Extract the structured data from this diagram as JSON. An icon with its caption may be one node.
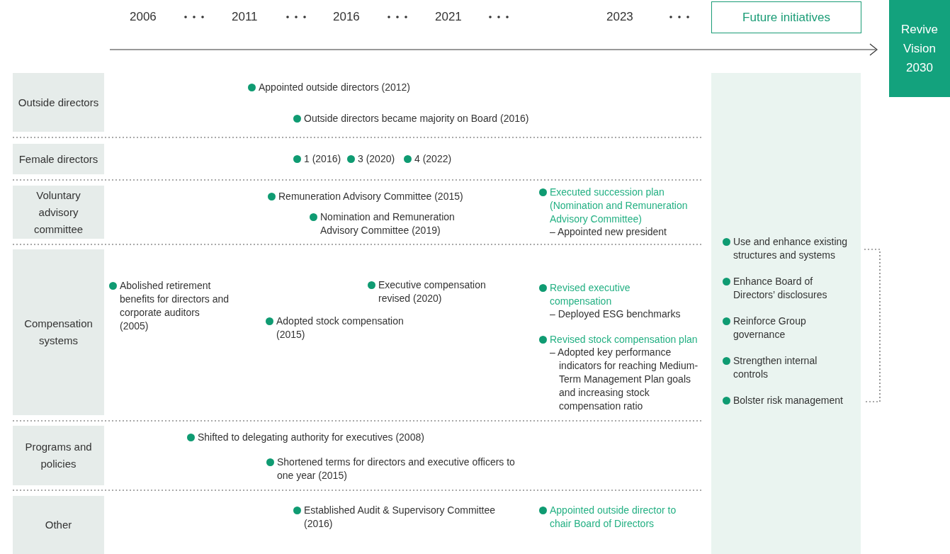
{
  "diagram": {
    "nodes": [
      {
        "text": [
          "Outside directors"
        ]
      },
      {
        "text": [
          "Female directors"
        ]
      },
      {
        "text": [
          "Voluntary advisory committee"
        ]
      },
      {
        "text": [
          "Compensation systems"
        ]
      },
      {
        "text": [
          "Programs and policies"
        ]
      },
      {
        "text": [
          "Other"
        ]
      },
      {
        "text": [
          "Future initiatives"
        ]
      },
      {
        "text": [
          "Use and enhance existing structures and systems",
          "Enhance Board of Directors’ disclosures",
          "Reinforce Group governance",
          "Strengthen internal controls",
          "Bolster risk management"
        ]
      },
      {
        "text": [
          "Revive Vision 2030"
        ]
      }
    ],
    "labels": [
      "2006",
      "2011",
      "2016",
      "2021",
      "2023",
      "Appointed outside directors (2012)",
      "Outside directors became majority on Board (2016)",
      "1 (2016)",
      "3 (2020)",
      "4 (2022)",
      "Remuneration Advisory Committee (2015)",
      "Executed succession plan (Nomination and Remuneration Advisory Committee)",
      "– Appointed new president",
      "Nomination and Remuneration Advisory Committee (2019)",
      "Abolished retirement benefits for directors and corporate auditors (2005)",
      "Executive compensation revised (2020)",
      "Revised executive compensation",
      "– Deployed ESG benchmarks",
      "Adopted stock compensation (2015)",
      "Revised stock compensation plan",
      "– Adopted key performance indicators for reaching Medium-Term Management Plan goals and increasing stock compensation ratio",
      "Shifted to delegating authority for executives (2008)",
      "Shortened terms for directors and executive officers to one year (2015)",
      "Established Audit & Supervisory Committee (2016)",
      "Appointed outside director to chair Board of Directors"
    ]
  }
}
